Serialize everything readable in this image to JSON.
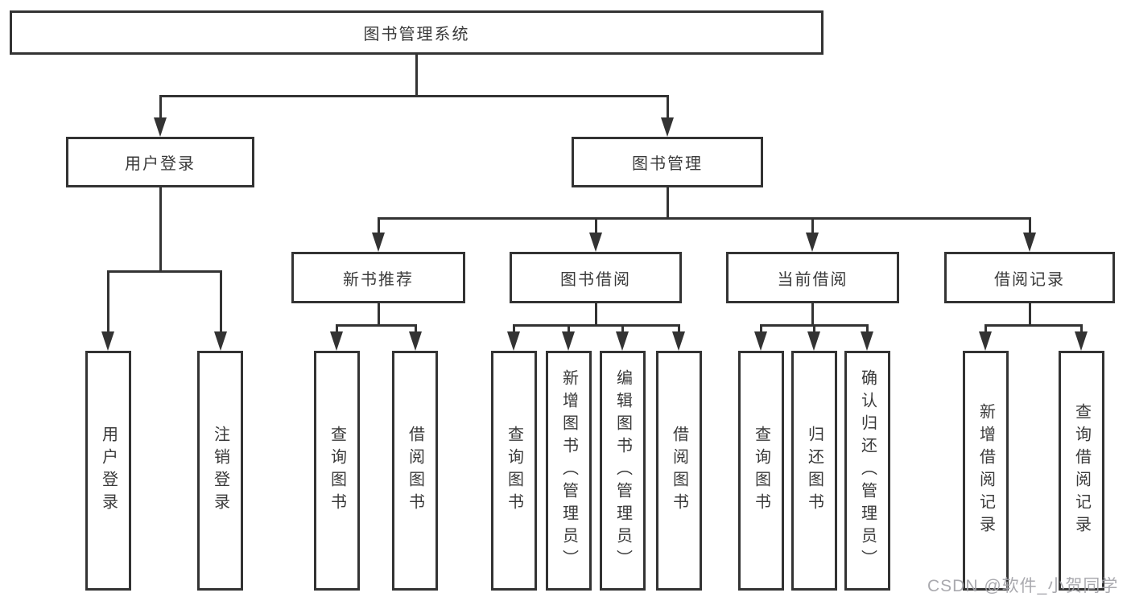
{
  "diagram": {
    "type": "hierarchy-tree",
    "root": {
      "label": "图书管理系统",
      "children": [
        {
          "label": "用户登录",
          "children": [
            {
              "label": "用户登录"
            },
            {
              "label": "注销登录"
            }
          ]
        },
        {
          "label": "图书管理",
          "children": [
            {
              "label": "新书推荐",
              "children": [
                {
                  "label": "查询图书"
                },
                {
                  "label": "借阅图书"
                }
              ]
            },
            {
              "label": "图书借阅",
              "children": [
                {
                  "label": "查询图书"
                },
                {
                  "label": "新增图书（管理员）"
                },
                {
                  "label": "编辑图书（管理员）"
                },
                {
                  "label": "借阅图书"
                }
              ]
            },
            {
              "label": "当前借阅",
              "children": [
                {
                  "label": "查询图书"
                },
                {
                  "label": "归还图书"
                },
                {
                  "label": "确认归还（管理员）"
                }
              ]
            },
            {
              "label": "借阅记录",
              "children": [
                {
                  "label": "新增借阅记录"
                },
                {
                  "label": "查询借阅记录"
                }
              ]
            }
          ]
        }
      ]
    }
  },
  "watermark": "CSDN @软件_小贺同学",
  "colors": {
    "line": "#333333",
    "text": "#3a3a3a",
    "background": "#ffffff",
    "watermark": "#a3a3a8"
  }
}
